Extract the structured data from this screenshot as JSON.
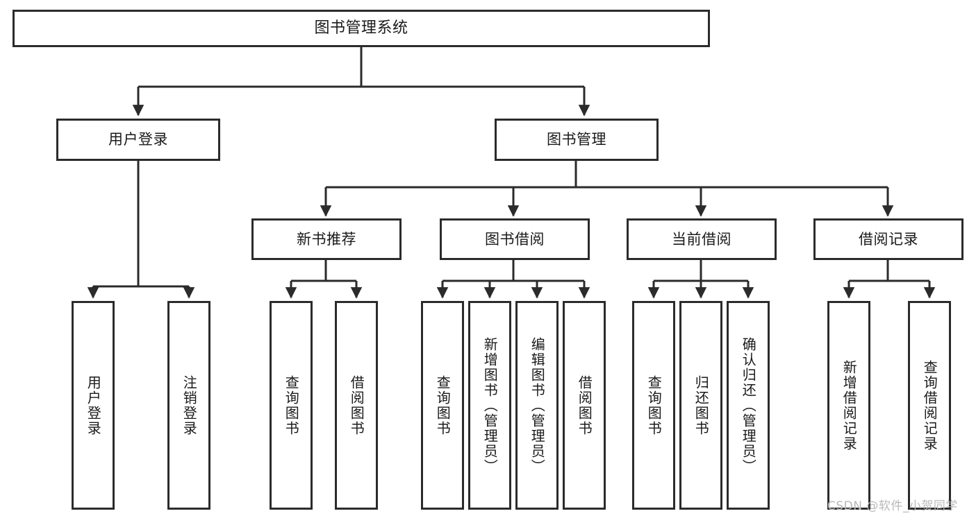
{
  "diagram": {
    "title": "图书管理系统",
    "type": "hierarchy-tree",
    "colors": {
      "box_border": "#2b2b2b",
      "box_fill": "#ffffff",
      "connector": "#2b2b2b",
      "text": "#1a1a1a",
      "watermark": "#b9b9b9",
      "background": "#ffffff"
    },
    "nodes": {
      "root": {
        "label": "图书管理系统"
      },
      "level2": [
        {
          "id": "user-login",
          "label": "用户登录"
        },
        {
          "id": "book-manage",
          "label": "图书管理"
        }
      ],
      "level3": [
        {
          "id": "new-book-rec",
          "label": "新书推荐"
        },
        {
          "id": "book-borrow",
          "label": "图书借阅"
        },
        {
          "id": "current-borrow",
          "label": "当前借阅"
        },
        {
          "id": "borrow-record",
          "label": "借阅记录"
        }
      ],
      "leaves": [
        {
          "id": "leaf-user-login",
          "label": "用户登录",
          "parent": "user-login"
        },
        {
          "id": "leaf-user-logout",
          "label": "注销登录",
          "parent": "user-login"
        },
        {
          "id": "leaf-query-book-1",
          "label": "查询图书",
          "parent": "new-book-rec"
        },
        {
          "id": "leaf-borrow-book-1",
          "label": "借阅图书",
          "parent": "new-book-rec"
        },
        {
          "id": "leaf-query-book-2",
          "label": "查询图书",
          "parent": "book-borrow"
        },
        {
          "id": "leaf-add-book",
          "label": "新增图书（管理员）",
          "parent": "book-borrow"
        },
        {
          "id": "leaf-edit-book",
          "label": "编辑图书（管理员）",
          "parent": "book-borrow"
        },
        {
          "id": "leaf-borrow-book-2",
          "label": "借阅图书",
          "parent": "book-borrow"
        },
        {
          "id": "leaf-query-book-3",
          "label": "查询图书",
          "parent": "current-borrow"
        },
        {
          "id": "leaf-return-book",
          "label": "归还图书",
          "parent": "current-borrow"
        },
        {
          "id": "leaf-confirm-return",
          "label": "确认归还（管理员）",
          "parent": "current-borrow"
        },
        {
          "id": "leaf-add-record",
          "label": "新增借阅记录",
          "parent": "borrow-record"
        },
        {
          "id": "leaf-query-record",
          "label": "查询借阅记录",
          "parent": "borrow-record"
        }
      ]
    },
    "watermark": "CSDN @软件_小贺同学"
  }
}
